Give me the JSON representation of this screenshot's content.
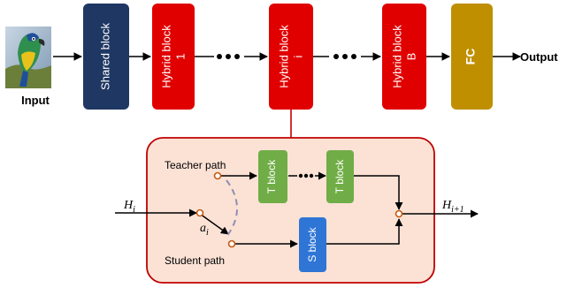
{
  "input": {
    "label": "Input"
  },
  "output": {
    "label": "Output"
  },
  "blocks": {
    "shared": {
      "label": "Shared block",
      "color": "#1f3763"
    },
    "hybrid_1": {
      "line1": "Hybrid block",
      "line2": "1",
      "color": "#e00000"
    },
    "hybrid_i": {
      "line1": "Hybrid block",
      "line2": "i",
      "color": "#e00000"
    },
    "hybrid_b": {
      "line1": "Hybrid block",
      "line2": "B",
      "color": "#e00000"
    },
    "fc": {
      "label": "FC",
      "color": "#bf8f00"
    }
  },
  "detail": {
    "panel_fill": "#fbe2d5",
    "panel_border": "#c00000",
    "teacher_path_label": "Teacher path",
    "student_path_label": "Student path",
    "t_block_label": "T block",
    "s_block_label": "S block",
    "t_block_color": "#70ad47",
    "s_block_color": "#2e75d6",
    "switch_dot_color": "#c55a11",
    "input_var": "H",
    "input_var_sub": "i",
    "output_var": "H",
    "output_var_sub": "i+1",
    "switch_var": "a",
    "switch_var_sub": "i"
  }
}
